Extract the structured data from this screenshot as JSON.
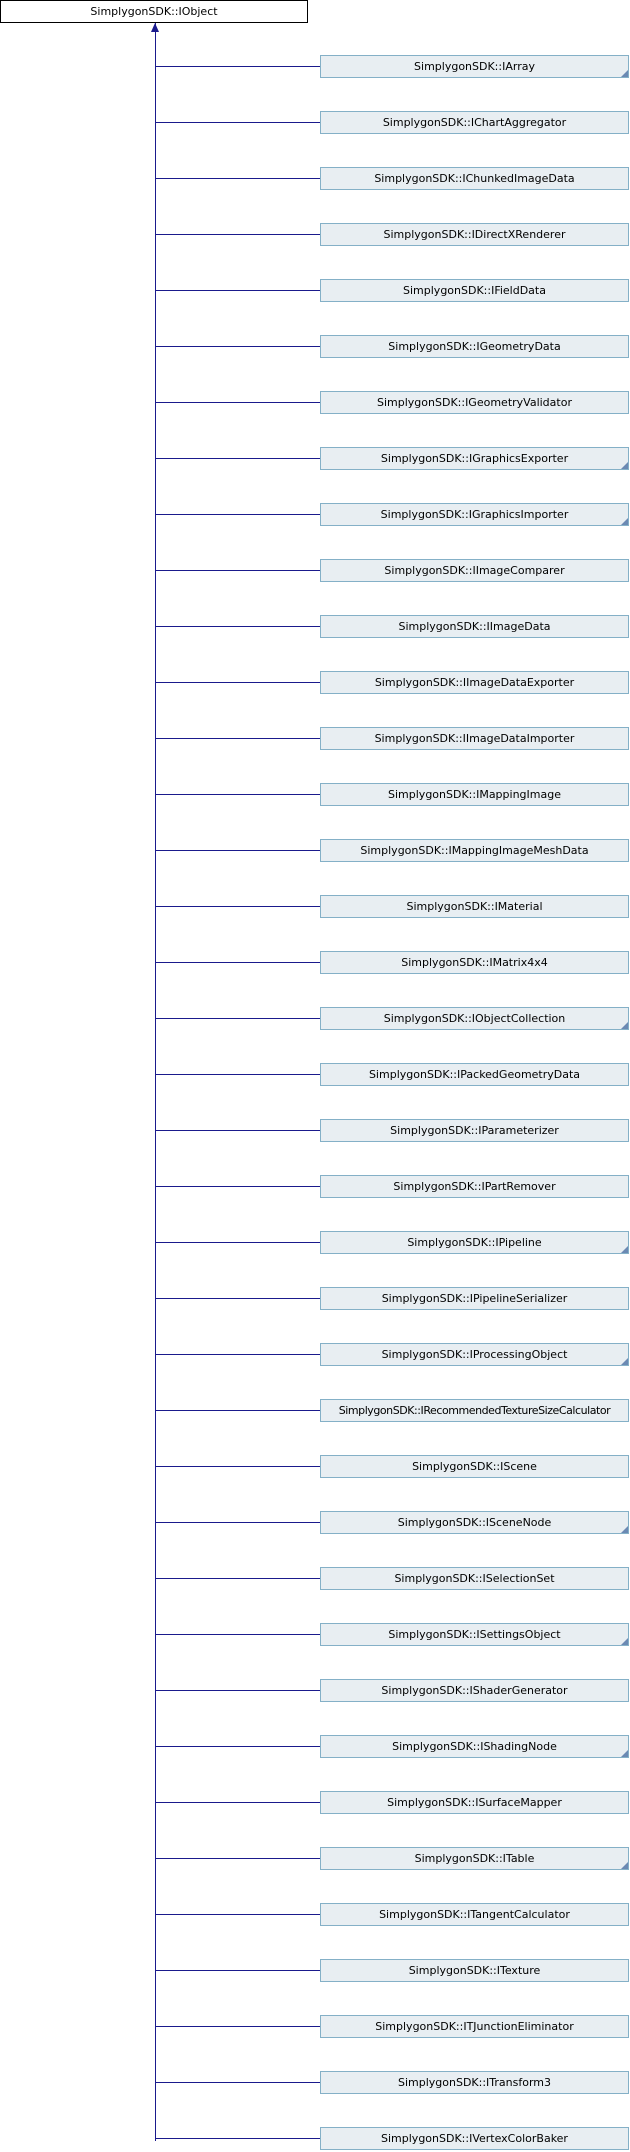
{
  "root": {
    "label": "SimplygonSDK::IObject"
  },
  "children": [
    {
      "label": "SimplygonSDK::IArray",
      "has_more": true
    },
    {
      "label": "SimplygonSDK::IChartAggregator",
      "has_more": false
    },
    {
      "label": "SimplygonSDK::IChunkedImageData",
      "has_more": false
    },
    {
      "label": "SimplygonSDK::IDirectXRenderer",
      "has_more": false
    },
    {
      "label": "SimplygonSDK::IFieldData",
      "has_more": false
    },
    {
      "label": "SimplygonSDK::IGeometryData",
      "has_more": false
    },
    {
      "label": "SimplygonSDK::IGeometryValidator",
      "has_more": false
    },
    {
      "label": "SimplygonSDK::IGraphicsExporter",
      "has_more": true
    },
    {
      "label": "SimplygonSDK::IGraphicsImporter",
      "has_more": true
    },
    {
      "label": "SimplygonSDK::IImageComparer",
      "has_more": false
    },
    {
      "label": "SimplygonSDK::IImageData",
      "has_more": false
    },
    {
      "label": "SimplygonSDK::IImageDataExporter",
      "has_more": false
    },
    {
      "label": "SimplygonSDK::IImageDataImporter",
      "has_more": false
    },
    {
      "label": "SimplygonSDK::IMappingImage",
      "has_more": false
    },
    {
      "label": "SimplygonSDK::IMappingImageMeshData",
      "has_more": false
    },
    {
      "label": "SimplygonSDK::IMaterial",
      "has_more": false
    },
    {
      "label": "SimplygonSDK::IMatrix4x4",
      "has_more": false
    },
    {
      "label": "SimplygonSDK::IObjectCollection",
      "has_more": true
    },
    {
      "label": "SimplygonSDK::IPackedGeometryData",
      "has_more": false
    },
    {
      "label": "SimplygonSDK::IParameterizer",
      "has_more": false
    },
    {
      "label": "SimplygonSDK::IPartRemover",
      "has_more": false
    },
    {
      "label": "SimplygonSDK::IPipeline",
      "has_more": true
    },
    {
      "label": "SimplygonSDK::IPipelineSerializer",
      "has_more": false
    },
    {
      "label": "SimplygonSDK::IProcessingObject",
      "has_more": true
    },
    {
      "label": "SimplygonSDK::IRecommendedTextureSizeCalculator",
      "has_more": false
    },
    {
      "label": "SimplygonSDK::IScene",
      "has_more": false
    },
    {
      "label": "SimplygonSDK::ISceneNode",
      "has_more": true
    },
    {
      "label": "SimplygonSDK::ISelectionSet",
      "has_more": false
    },
    {
      "label": "SimplygonSDK::ISettingsObject",
      "has_more": true
    },
    {
      "label": "SimplygonSDK::IShaderGenerator",
      "has_more": false
    },
    {
      "label": "SimplygonSDK::IShadingNode",
      "has_more": true
    },
    {
      "label": "SimplygonSDK::ISurfaceMapper",
      "has_more": false
    },
    {
      "label": "SimplygonSDK::ITable",
      "has_more": true
    },
    {
      "label": "SimplygonSDK::ITangentCalculator",
      "has_more": false
    },
    {
      "label": "SimplygonSDK::ITexture",
      "has_more": false
    },
    {
      "label": "SimplygonSDK::ITJunctionEliminator",
      "has_more": false
    },
    {
      "label": "SimplygonSDK::ITransform3",
      "has_more": false
    },
    {
      "label": "SimplygonSDK::IVertexColorBaker",
      "has_more": false
    }
  ],
  "colors": {
    "node_fill": "#e8eef2",
    "node_border": "#84b0c7",
    "edge": "#1a1a8c",
    "fold_marker": "#6b89b3"
  }
}
